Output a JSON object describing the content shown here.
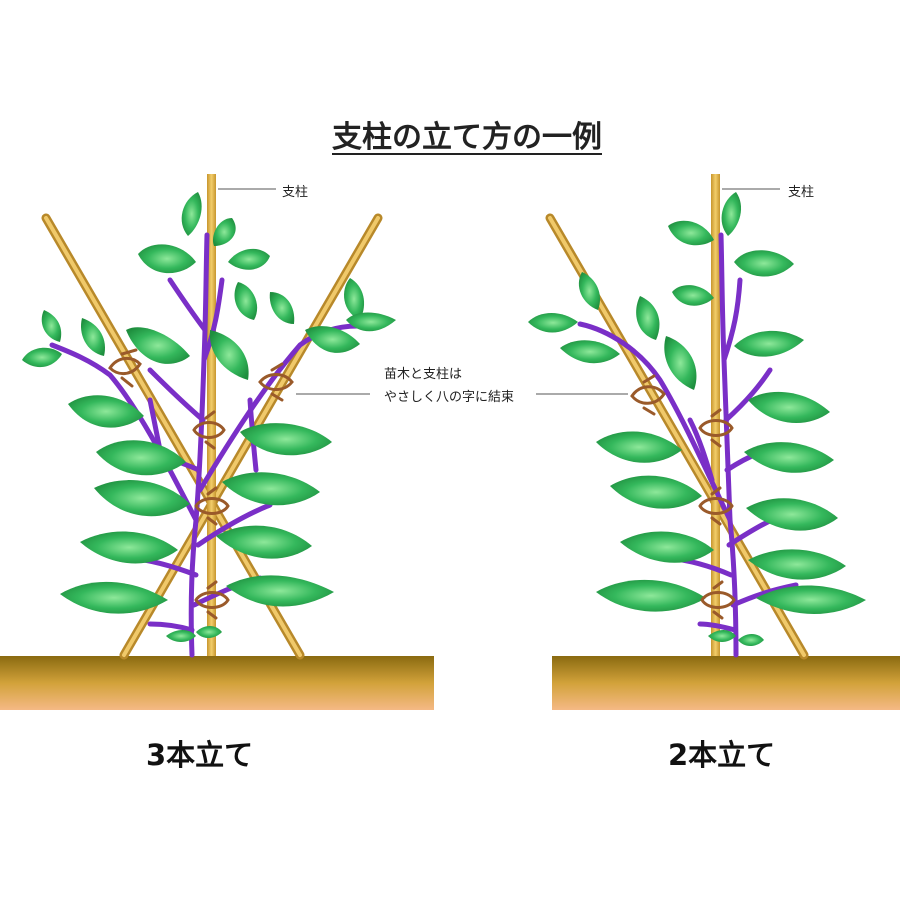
{
  "title": "支柱の立て方の一例",
  "labels": {
    "pole_left": "支柱",
    "pole_right": "支柱",
    "tie_line1": "苗木と支柱は",
    "tie_line2": "やさしく八の字に結束"
  },
  "captions": {
    "left": "3本立て",
    "right": "2本立て"
  },
  "colors": {
    "pole": "#e3b74f",
    "stem": "#7a2fc7",
    "leaf": "#2fb85a",
    "tie": "#9a5a2a",
    "soil_top": "#8a6a10",
    "soil_bottom": "#f3b47a"
  }
}
